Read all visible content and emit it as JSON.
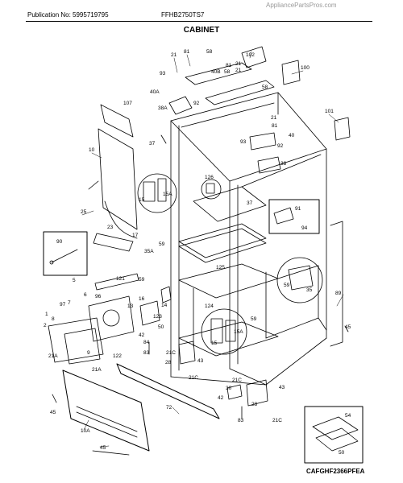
{
  "header": {
    "watermark": "AppliancePartsPros.com",
    "publication": "Publication No: 5995719795",
    "model": "FFHB2750TS7",
    "title": "CABINET"
  },
  "footer": {
    "figure_code": "CAFGHF2366PFEA"
  },
  "callouts": [
    "21",
    "81",
    "58",
    "102",
    "21",
    "81",
    "58",
    "40B",
    "21",
    "100",
    "93",
    "58",
    "40A",
    "92",
    "38A",
    "107",
    "101",
    "21",
    "81",
    "37",
    "93",
    "40",
    "92",
    "10",
    "38",
    "126",
    "15",
    "15A",
    "37",
    "91",
    "25",
    "94",
    "23",
    "17",
    "90",
    "59",
    "35A",
    "125",
    "59",
    "59",
    "35",
    "121",
    "89",
    "5",
    "6",
    "96",
    "13",
    "123",
    "14",
    "124",
    "97",
    "16",
    "7",
    "1",
    "8",
    "59",
    "2",
    "50",
    "42",
    "45",
    "84",
    "83",
    "9",
    "21A",
    "122",
    "21C",
    "15",
    "15A",
    "43",
    "28",
    "21A",
    "21C",
    "21C",
    "30",
    "43",
    "72",
    "42",
    "83",
    "28",
    "45",
    "21C",
    "54",
    "10A",
    "50",
    "45"
  ]
}
